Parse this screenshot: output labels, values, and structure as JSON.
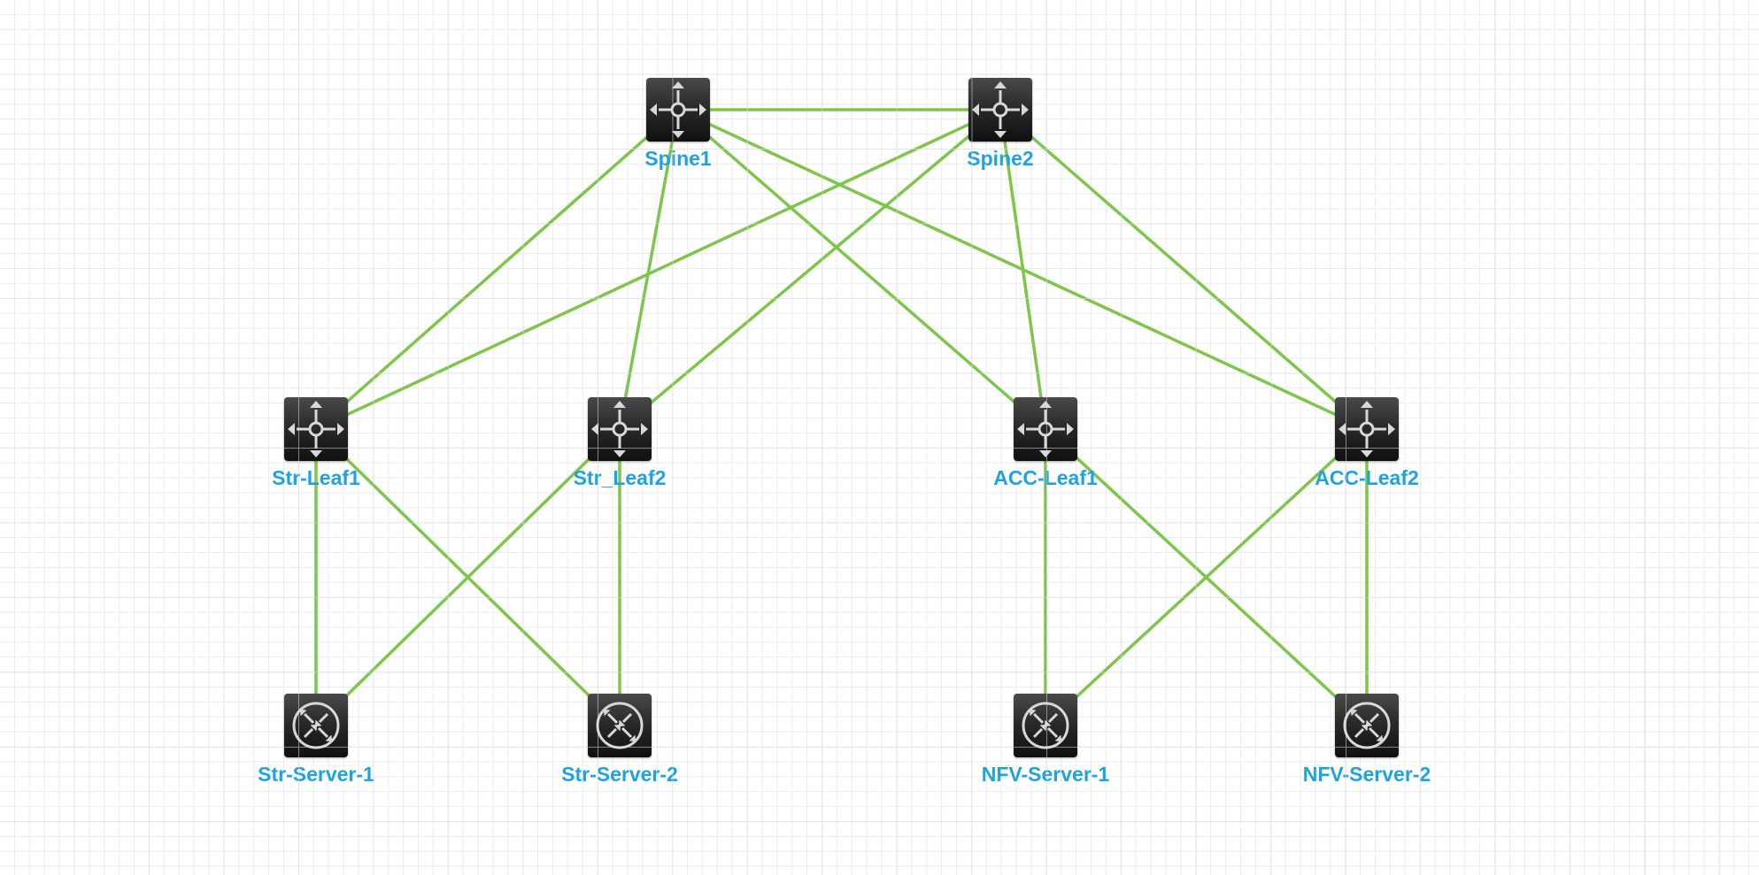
{
  "diagram": {
    "colors": {
      "link": "#7dc64a",
      "label": "#1fa3e0",
      "node_fill": "#1c1c1c",
      "icon": "#d8d8d8"
    },
    "nodes": [
      {
        "id": "spine1",
        "label": "Spine1",
        "type": "router",
        "icon": "router-icon"
      },
      {
        "id": "spine2",
        "label": "Spine2",
        "type": "router",
        "icon": "router-icon"
      },
      {
        "id": "strleaf1",
        "label": "Str-Leaf1",
        "type": "router",
        "icon": "router-icon"
      },
      {
        "id": "strleaf2",
        "label": "Str_Leaf2",
        "type": "router",
        "icon": "router-icon"
      },
      {
        "id": "accleaf1",
        "label": "ACC-Leaf1",
        "type": "router",
        "icon": "router-icon"
      },
      {
        "id": "accleaf2",
        "label": "ACC-Leaf2",
        "type": "router",
        "icon": "router-icon"
      },
      {
        "id": "strserver1",
        "label": "Str-Server-1",
        "type": "switch",
        "icon": "switch-icon"
      },
      {
        "id": "strserver2",
        "label": "Str-Server-2",
        "type": "switch",
        "icon": "switch-icon"
      },
      {
        "id": "nfvserver1",
        "label": "NFV-Server-1",
        "type": "switch",
        "icon": "switch-icon"
      },
      {
        "id": "nfvserver2",
        "label": "NFV-Server-2",
        "type": "switch",
        "icon": "switch-icon"
      }
    ],
    "links": [
      {
        "from": "spine1",
        "to": "spine2"
      },
      {
        "from": "spine1",
        "to": "strleaf1"
      },
      {
        "from": "spine1",
        "to": "strleaf2"
      },
      {
        "from": "spine1",
        "to": "accleaf1"
      },
      {
        "from": "spine1",
        "to": "accleaf2"
      },
      {
        "from": "spine2",
        "to": "strleaf1"
      },
      {
        "from": "spine2",
        "to": "strleaf2"
      },
      {
        "from": "spine2",
        "to": "accleaf1"
      },
      {
        "from": "spine2",
        "to": "accleaf2"
      },
      {
        "from": "strleaf1",
        "to": "strserver1"
      },
      {
        "from": "strleaf1",
        "to": "strserver2"
      },
      {
        "from": "strleaf2",
        "to": "strserver1"
      },
      {
        "from": "strleaf2",
        "to": "strserver2"
      },
      {
        "from": "accleaf1",
        "to": "nfvserver1"
      },
      {
        "from": "accleaf1",
        "to": "nfvserver2"
      },
      {
        "from": "accleaf2",
        "to": "nfvserver1"
      },
      {
        "from": "accleaf2",
        "to": "nfvserver2"
      }
    ]
  }
}
